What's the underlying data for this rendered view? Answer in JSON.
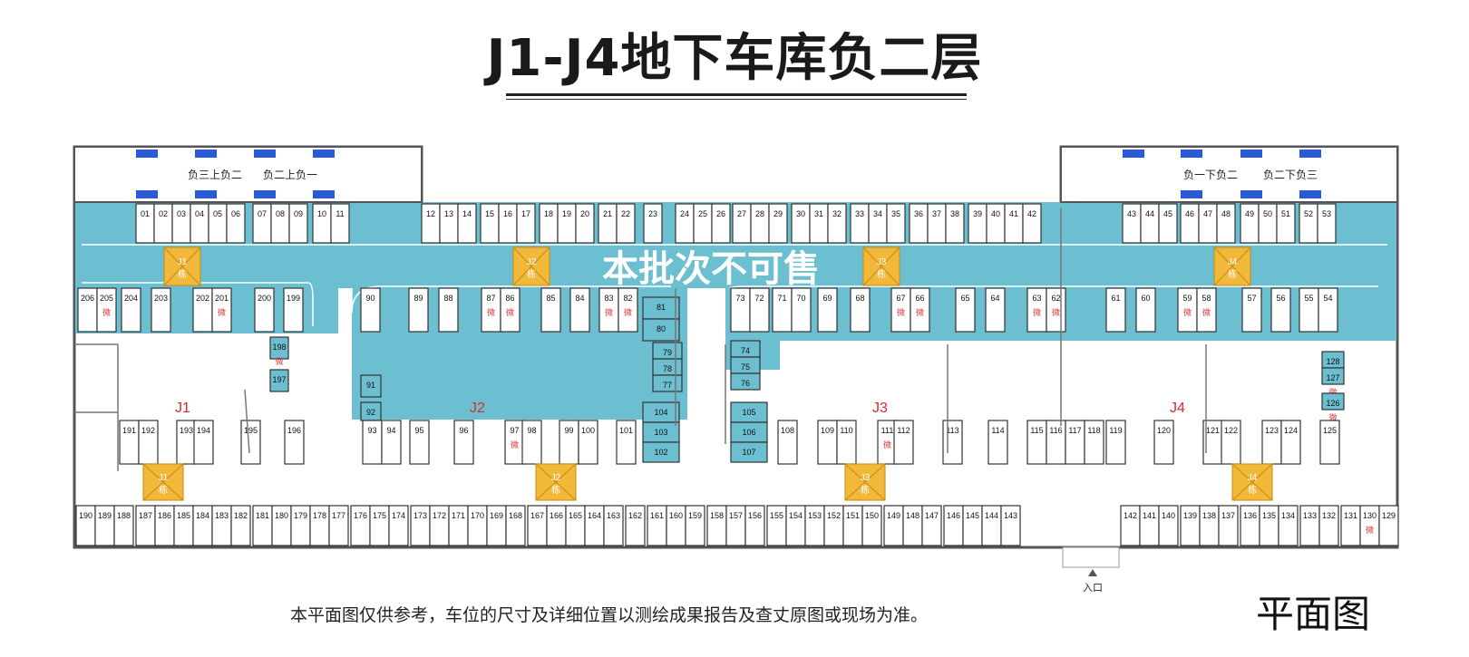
{
  "title": "J1-J4地下车库负二层",
  "watermark": "本批次不可售",
  "footnote": "本平面图仅供参考，车位的尺寸及详细位置以测绘成果报告及查丈原图或现场为准。",
  "plan_label": "平面图",
  "entrance_label": "入口",
  "micro_mark": "微",
  "building_mark": "栋",
  "ramps": {
    "left_a": "负三上负二",
    "left_b": "负二上负一",
    "right_a": "负一下负二",
    "right_b": "负二下负三"
  },
  "buildings": [
    "J1",
    "J2",
    "J3",
    "J4"
  ],
  "colors": {
    "lane": "#6cbfd0",
    "wall": "#555555",
    "core": "#f2b83a",
    "micro": "#e0343a",
    "label_red": "#d62b2b"
  },
  "spots": {
    "top_row": [
      "01",
      "02",
      "03",
      "04",
      "05",
      "06",
      "07",
      "08",
      "09",
      "10",
      "11",
      "12",
      "13",
      "14",
      "15",
      "16",
      "17",
      "18",
      "19",
      "20",
      "21",
      "22",
      "23",
      "24",
      "25",
      "26",
      "27",
      "28",
      "29",
      "30",
      "31",
      "32",
      "33",
      "34",
      "35",
      "36",
      "37",
      "38",
      "39",
      "40",
      "41",
      "42",
      "43",
      "44",
      "45",
      "46",
      "47",
      "48",
      "49",
      "50",
      "51",
      "52",
      "53"
    ],
    "middle_row": [
      "206",
      "205",
      "204",
      "203",
      "202",
      "201",
      "200",
      "199",
      "90",
      "89",
      "88",
      "87",
      "86",
      "85",
      "84",
      "83",
      "82",
      "73",
      "72",
      "71",
      "70",
      "69",
      "68",
      "67",
      "66",
      "65",
      "64",
      "63",
      "62",
      "61",
      "60",
      "59",
      "58",
      "57",
      "56",
      "55",
      "54"
    ],
    "vertical": [
      "198",
      "197",
      "81",
      "80",
      "79",
      "78",
      "77",
      "74",
      "75",
      "76",
      "128",
      "127",
      "126",
      "91",
      "92",
      "104",
      "103",
      "102",
      "105",
      "106",
      "107"
    ],
    "lower_row": [
      "191",
      "192",
      "193",
      "194",
      "195",
      "196",
      "93",
      "94",
      "95",
      "96",
      "97",
      "98",
      "99",
      "100",
      "101",
      "108",
      "109",
      "110",
      "111",
      "112",
      "113",
      "114",
      "115",
      "116",
      "117",
      "118",
      "119",
      "120",
      "121",
      "122",
      "123",
      "124",
      "125"
    ],
    "bottom_row": [
      "190",
      "189",
      "188",
      "187",
      "186",
      "185",
      "184",
      "183",
      "182",
      "181",
      "180",
      "179",
      "178",
      "177",
      "176",
      "175",
      "174",
      "173",
      "172",
      "171",
      "170",
      "169",
      "168",
      "167",
      "166",
      "165",
      "164",
      "163",
      "162",
      "161",
      "160",
      "159",
      "158",
      "157",
      "156",
      "155",
      "154",
      "153",
      "152",
      "151",
      "150",
      "149",
      "148",
      "147",
      "146",
      "145",
      "144",
      "143",
      "142",
      "141",
      "140",
      "139",
      "138",
      "137",
      "136",
      "135",
      "134",
      "133",
      "132",
      "131",
      "130",
      "129"
    ]
  }
}
